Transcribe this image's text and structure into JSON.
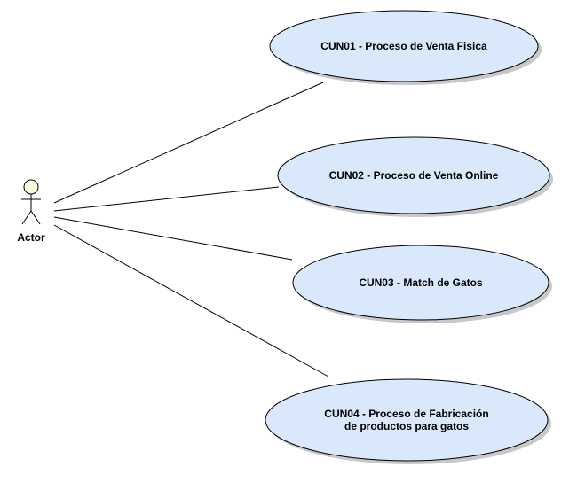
{
  "actor": {
    "label": "Actor"
  },
  "use_cases": [
    {
      "id": "CUN01",
      "lines": [
        "CUN01 - Proceso de Venta Fisica"
      ]
    },
    {
      "id": "CUN02",
      "lines": [
        "CUN02 - Proceso de Venta Online"
      ]
    },
    {
      "id": "CUN03",
      "lines": [
        "CUN03 - Match de Gatos"
      ]
    },
    {
      "id": "CUN04",
      "lines": [
        "CUN04 - Proceso de Fabricación",
        "de productos para gatos"
      ]
    }
  ],
  "colors": {
    "use_case_fill": "#dae8fc",
    "use_case_stroke": "#000000",
    "shadow": "#c8c8c8",
    "actor_fill": "#ffffe0",
    "line": "#000000"
  }
}
